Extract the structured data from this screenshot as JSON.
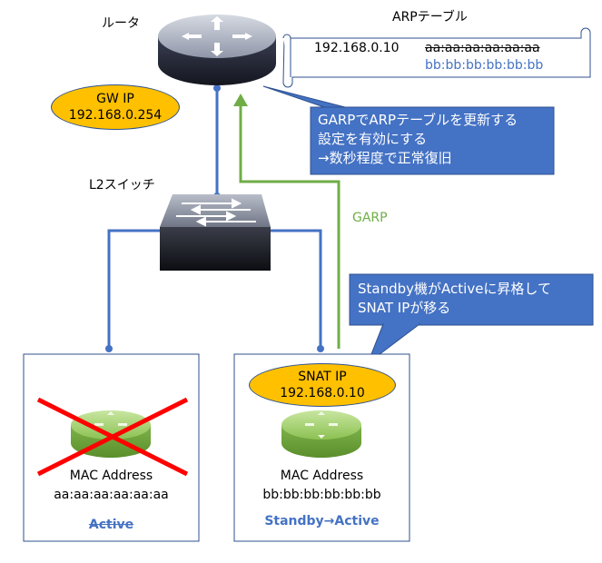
{
  "router": {
    "label": "ルータ"
  },
  "gw_ip": {
    "line1": "GW IP",
    "line2": "192.168.0.254"
  },
  "arp_table": {
    "title": "ARPテーブル",
    "ip": "192.168.0.10",
    "old_mac": "aa:aa:aa:aa:aa:aa",
    "new_mac": "bb:bb:bb:bb:bb:bb"
  },
  "callout_garp": {
    "line1": "GARPでARPテーブルを更新する",
    "line2": "設定を有効にする",
    "line3": "→数秒程度で正常復旧"
  },
  "switch": {
    "label": "L2スイッチ"
  },
  "garp_label": "GARP",
  "callout_standby": {
    "line1": "Standby機がActiveに昇格して",
    "line2": "SNAT IPが移る"
  },
  "host_active": {
    "mac_label": "MAC Address",
    "mac": "aa:aa:aa:aa:aa:aa",
    "status": "Active"
  },
  "host_standby": {
    "snat_line1": "SNAT IP",
    "snat_line2": "192.168.0.10",
    "mac_label": "MAC Address",
    "mac": "bb:bb:bb:bb:bb:bb",
    "status": "Standby→Active"
  },
  "colors": {
    "link_blue": "#4472c4",
    "garp_green": "#70ad47",
    "ellipse_fill": "#ffc000",
    "callout_fill": "#4472c4",
    "cross_red": "#ff0000"
  }
}
